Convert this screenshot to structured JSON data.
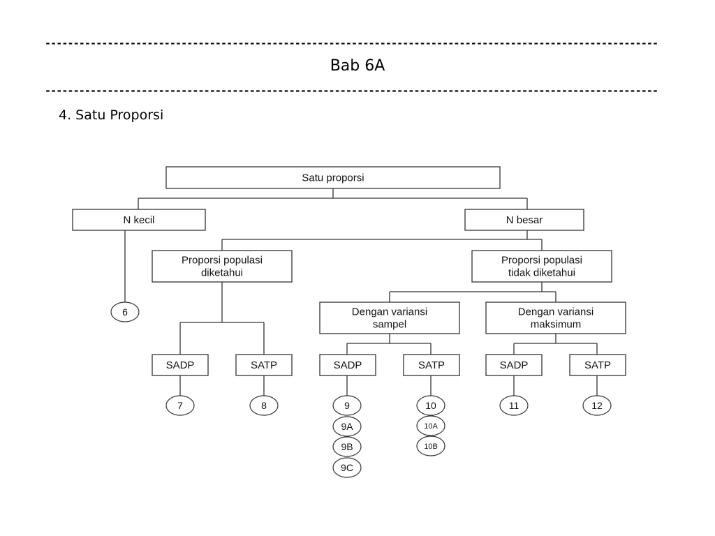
{
  "header": {
    "dashes": "------------------------------------------------------------------------------------------------------------",
    "title": "Bab 6A",
    "subtitle": "4. Satu Proporsi"
  },
  "diagram": {
    "nodes": {
      "root": [
        "Satu proporsi"
      ],
      "nkecil": [
        "N kecil"
      ],
      "nbesar": [
        "N besar"
      ],
      "ppd": [
        "Proporsi populasi",
        "diketahui"
      ],
      "pptd": [
        "Proporsi populasi",
        "tidak diketahui"
      ],
      "dvs": [
        "Dengan variansi",
        "sampel"
      ],
      "dvm": [
        "Dengan variansi",
        "maksimum"
      ],
      "sadp1": [
        "SADP"
      ],
      "satp1": [
        "SATP"
      ],
      "sadp2": [
        "SADP"
      ],
      "satp2": [
        "SATP"
      ],
      "sadp3": [
        "SADP"
      ],
      "satp3": [
        "SATP"
      ]
    },
    "circles": {
      "c6": "6",
      "c7": "7",
      "c8": "8",
      "c9": "9",
      "c9a": "9A",
      "c9b": "9B",
      "c9c": "9C",
      "c10": "10",
      "c10a": "10A",
      "c10b": "10B",
      "c11": "11",
      "c12": "12"
    },
    "colors": {
      "line": "#333333",
      "text": "#111111",
      "background": "#ffffff"
    }
  }
}
